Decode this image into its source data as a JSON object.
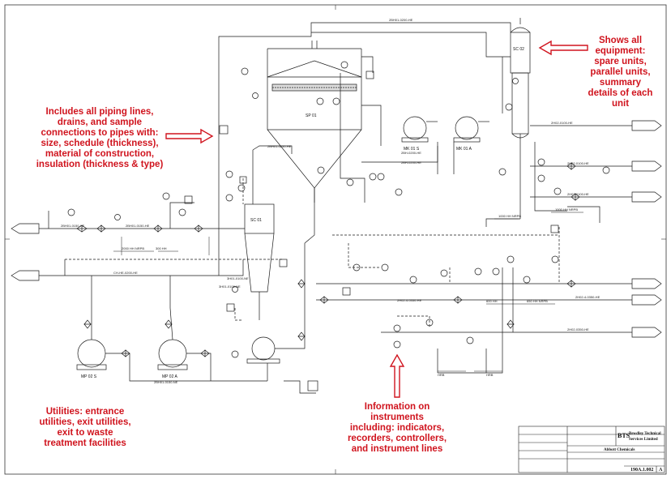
{
  "callouts": {
    "piping": [
      "Includes all piping lines,",
      "drains, and sample",
      "connections to pipes with:",
      "size, schedule (thickness),",
      "material of construction,",
      "insulation (thickness & type)"
    ],
    "equipment": [
      "Shows all",
      "equipment:",
      "spare units,",
      "parallel units,",
      "summary",
      "details of each",
      "unit"
    ],
    "utilities": [
      "Utilities: entrance",
      "utilities, exit utilities,",
      "exit to waste",
      "treatment facilities"
    ],
    "instruments": [
      "Information on",
      "instruments",
      "including: indicators,",
      "recorders, controllers,",
      "and instrument lines"
    ]
  },
  "equipment_labels": {
    "sp01": "SP 01",
    "sc01": "SC 01",
    "sc02": "SC 02",
    "mk01s": "MK 01 S",
    "mk01a": "MK 01 A",
    "mp02s": "MP 02 S",
    "mp02a": "MP 02 A"
  },
  "title_block": {
    "company_line1": "Bewdley Technical",
    "company_line2": "Services Limited",
    "client": "Abbott Chemicals",
    "drawing_number": "190A.1.002",
    "revision": "A",
    "logo": "BTS"
  },
  "colors": {
    "callout": "#d0141e",
    "line": "#1a1a1a",
    "arrow_fill": "#ffffff",
    "arrow_stroke": "#d0141e"
  }
}
